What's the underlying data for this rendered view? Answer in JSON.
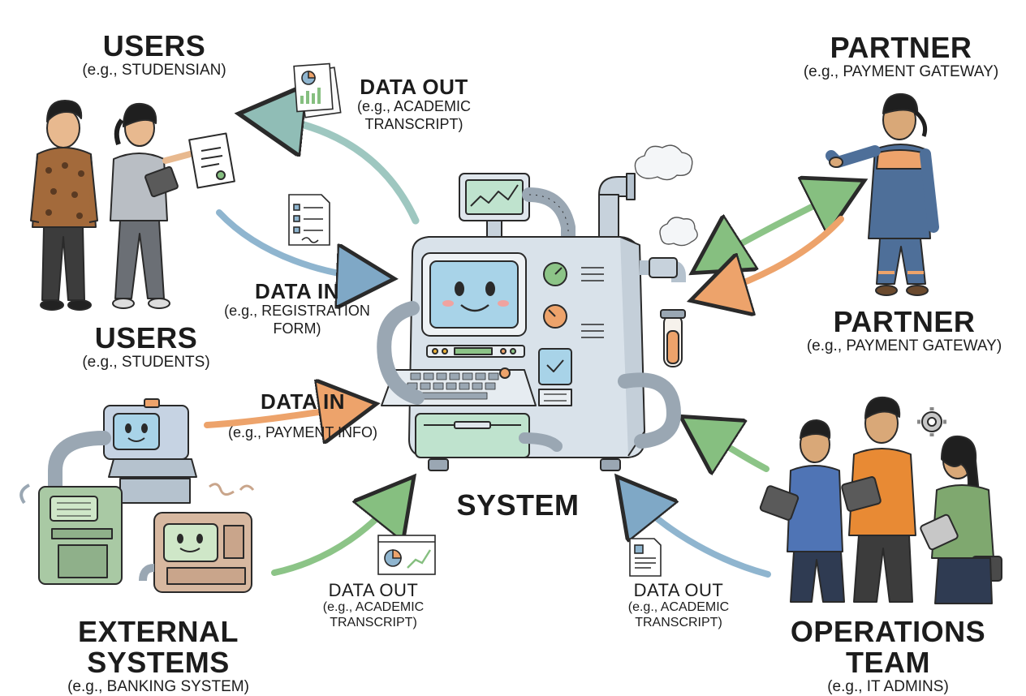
{
  "entities": {
    "users_top": {
      "title": "USERS",
      "example": "(e.g., STUDENSIAN)"
    },
    "users_mid": {
      "title": "USERS",
      "example": "(e.g., STUDENTS)"
    },
    "partner_top": {
      "title": "PARTNER",
      "example": "(e.g., PAYMENT GATEWAY)"
    },
    "partner_mid": {
      "title": "PARTNER",
      "example": "(e.g., PAYMENT GATEWAY)"
    },
    "external": {
      "title": "EXTERNAL SYSTEMS",
      "example": "(e.g., BANKING SYSTEM)"
    },
    "operations": {
      "title": "OPERATIONS TEAM",
      "example": "(e.g., IT ADMINS)"
    },
    "system": {
      "title": "SYSTEM"
    }
  },
  "flows": {
    "data_out_top": {
      "title": "DATA OUT",
      "line1": "(e.g., ACADEMIC",
      "line2": "TRANSCRIPT)"
    },
    "data_in_users": {
      "title": "DATA IN",
      "line1": "(e.g., REGISTRATION",
      "line2": "FORM)"
    },
    "data_in_payment": {
      "title": "DATA IN",
      "line1": "(e.g., PAYMENT INFO)"
    },
    "data_out_external": {
      "title": "DATA OUT",
      "line1": "(e.g., ACADEMIC",
      "line2": "TRANSCRIPT)"
    },
    "data_out_ops": {
      "title": "DATA OUT",
      "line1": "(e.g., ACADEMIC",
      "line2": "TRANSCRIPT)"
    }
  },
  "colors": {
    "arrow_blue": "#8fb5cf",
    "arrow_teal": "#9ec7c0",
    "arrow_green": "#8cc487",
    "arrow_orange": "#eda36b",
    "machine_body": "#d9e2ea",
    "screen": "#a8d3e8"
  }
}
